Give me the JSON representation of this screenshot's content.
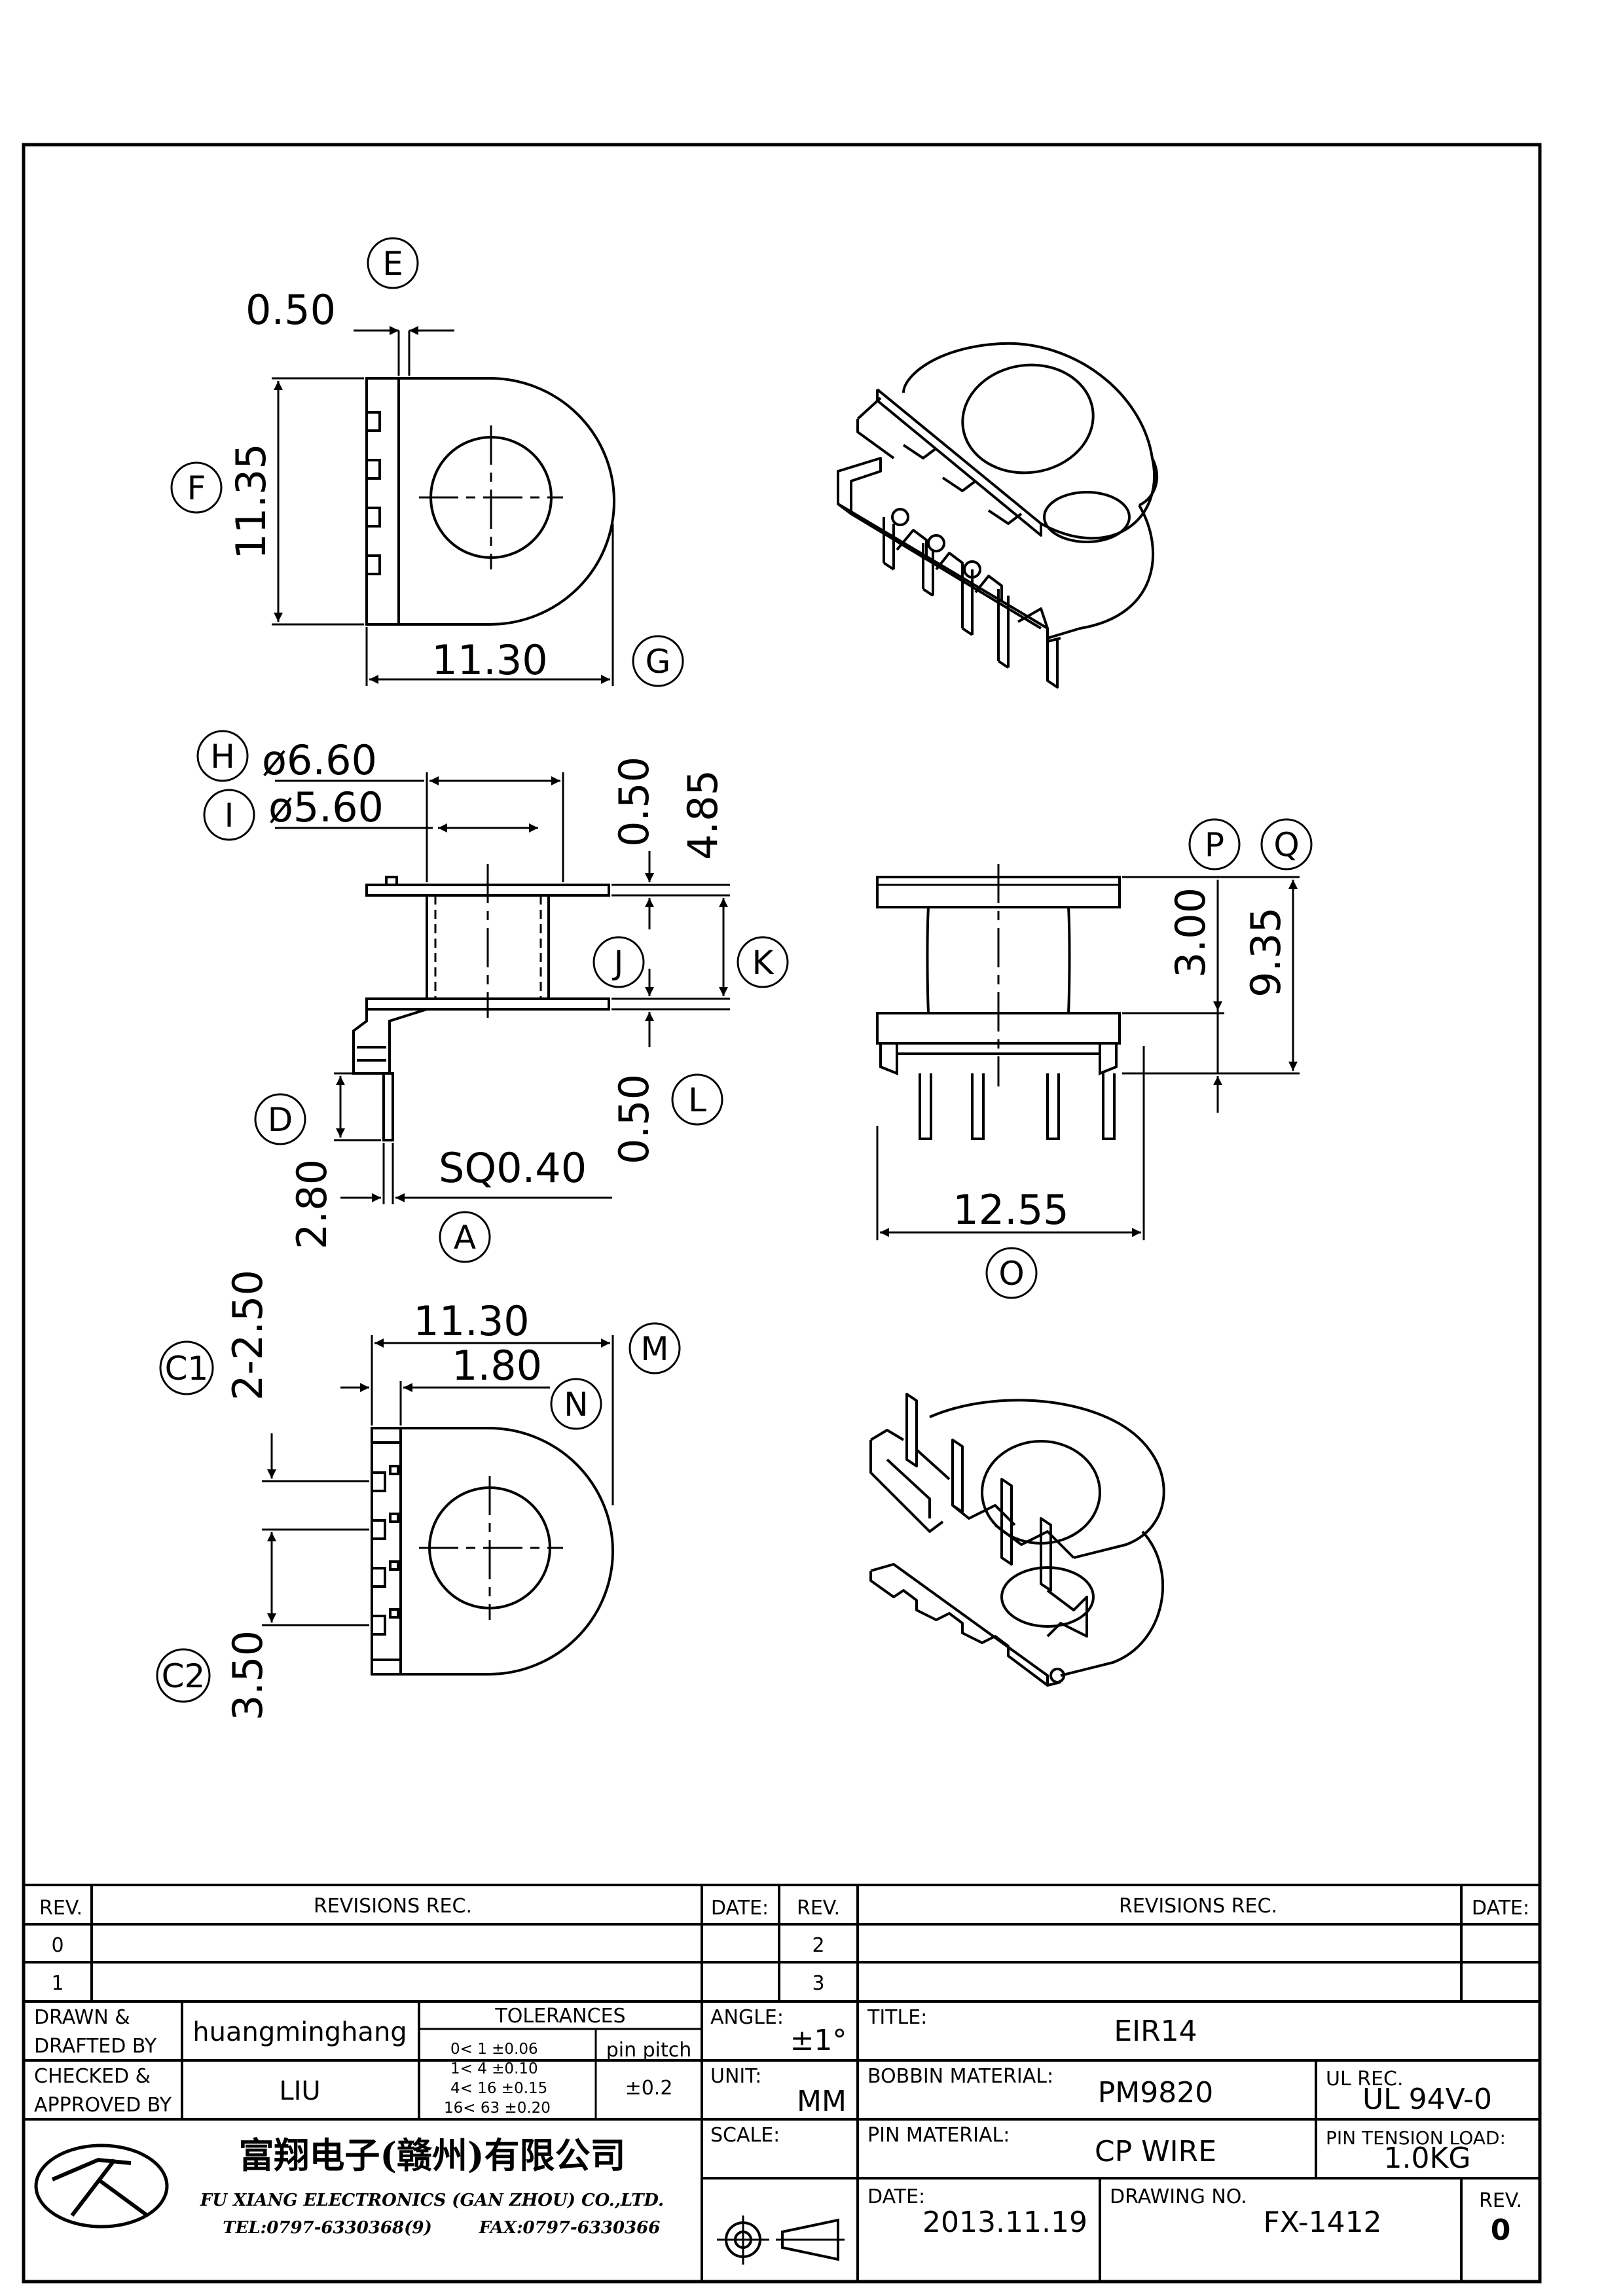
{
  "balloons": {
    "a": "A",
    "c1": "C1",
    "c2": "C2",
    "d": "D",
    "e": "E",
    "f": "F",
    "g": "G",
    "h": "H",
    "i": "I",
    "j": "J",
    "k": "K",
    "l": "L",
    "m": "M",
    "n": "N",
    "o": "O",
    "p": "P",
    "q": "Q"
  },
  "dimensions": {
    "e_tab": "0.50",
    "f_height": "11.35",
    "g_width": "11.30",
    "h_dia": "ø6.60",
    "i_dia": "ø5.60",
    "top_flange": "0.50",
    "overall_45": "4.85",
    "bottom_flange": "0.50",
    "d_pin_len": "2.80",
    "a_pin_sq": "SQ0.40",
    "p_height": "3.00",
    "q_height": "9.35",
    "o_width": "12.55",
    "c1_pitch": "2-2.50",
    "c2_pitch": "3.50",
    "m_width": "11.30",
    "n_offset": "1.80"
  },
  "title_block": {
    "rev_header": "REV.",
    "revisions_header": "REVISIONS   REC.",
    "date_header": "DATE:",
    "rev_left": [
      "0",
      "1"
    ],
    "rev_right": [
      "2",
      "3"
    ],
    "drawn_label": [
      "DRAWN &",
      "DRAFTED BY"
    ],
    "drawn_value": "huangminghang",
    "checked_label": [
      "CHECKED &",
      "APPROVED BY"
    ],
    "checked_value": "LIU",
    "tolerances_header": "TOLERANCES",
    "tolerance_rows": [
      "0<   1   ±0.06",
      "1<   4   ±0.10",
      "4<   16  ±0.15",
      "16<   63  ±0.20"
    ],
    "pin_pitch_label": "pin pitch",
    "pin_pitch_value": "±0.2",
    "angle_label": "ANGLE:",
    "angle_value": "±1°",
    "unit_label": "UNIT:",
    "unit_value": "MM",
    "scale_label": "SCALE:",
    "title_label": "TITLE:",
    "title_value": "EIR14",
    "bobbin_label": "BOBBIN MATERIAL:",
    "bobbin_value": "PM9820",
    "ul_label": "UL REC.",
    "ul_value": "UL 94V-0",
    "pin_material_label": "PIN MATERIAL:",
    "pin_material_value": "CP WIRE",
    "tension_label": "PIN TENSION LOAD:",
    "tension_value": "1.0KG",
    "date_label": "DATE:",
    "date_value": "2013.11.19",
    "drawing_no_label": "DRAWING NO.",
    "drawing_no_value": "FX-1412",
    "rev_label": "REV.",
    "rev_value": "0",
    "company_cn": "富翔电子(赣州)有限公司",
    "company_en": "FU XIANG ELECTRONICS (GAN ZHOU) CO.,LTD.",
    "tel": "TEL:0797-6330368(9)",
    "fax": "FAX:0797-6330366"
  }
}
